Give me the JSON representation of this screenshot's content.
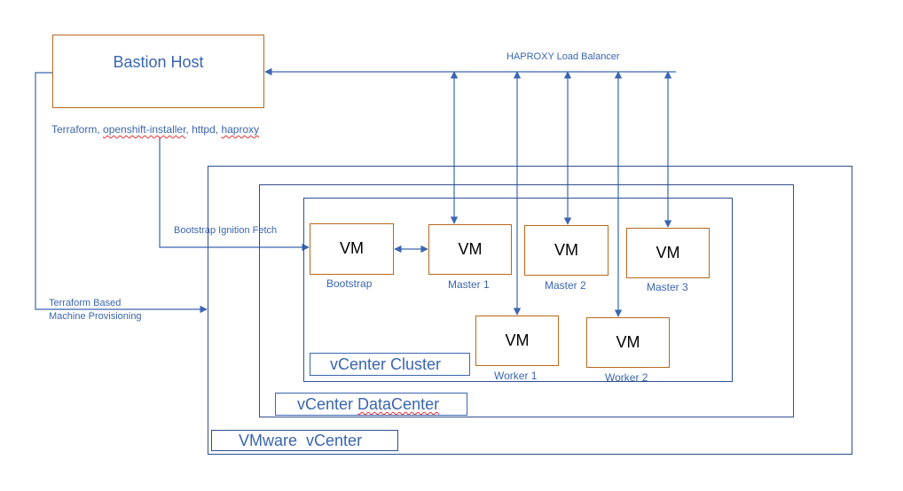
{
  "bastion": {
    "title": "Bastion Host",
    "tools_plain": "Terraform, ",
    "tools_installer": "openshift-installer",
    "tools_mid": ", httpd, ",
    "tools_haproxy": "haproxy"
  },
  "haproxy_label": "HAPROXY Load Balancer",
  "bootstrap_fetch_label": "Bootstrap Ignition Fetch",
  "provisioning_label_line1": "Terraform Based",
  "provisioning_label_line2": "Machine Provisioning",
  "vcenter": {
    "label_part1": "VMware",
    "label_part2": "vCenter"
  },
  "datacenter": {
    "label_part1": "vCenter ",
    "label_part2": "DataCenter"
  },
  "cluster": {
    "label": "vCenter Cluster"
  },
  "vms": [
    {
      "text": "VM",
      "caption": "Bootstrap"
    },
    {
      "text": "VM",
      "caption": "Master 1"
    },
    {
      "text": "VM",
      "caption": "Master 2"
    },
    {
      "text": "VM",
      "caption": "Master 3"
    },
    {
      "text": "VM",
      "caption": "Worker 1"
    },
    {
      "text": "VM",
      "caption": "Worker 2"
    }
  ],
  "colors": {
    "line": "#3a66b0",
    "vm_border": "#b8681e",
    "container_border": "#2f4f8f"
  }
}
